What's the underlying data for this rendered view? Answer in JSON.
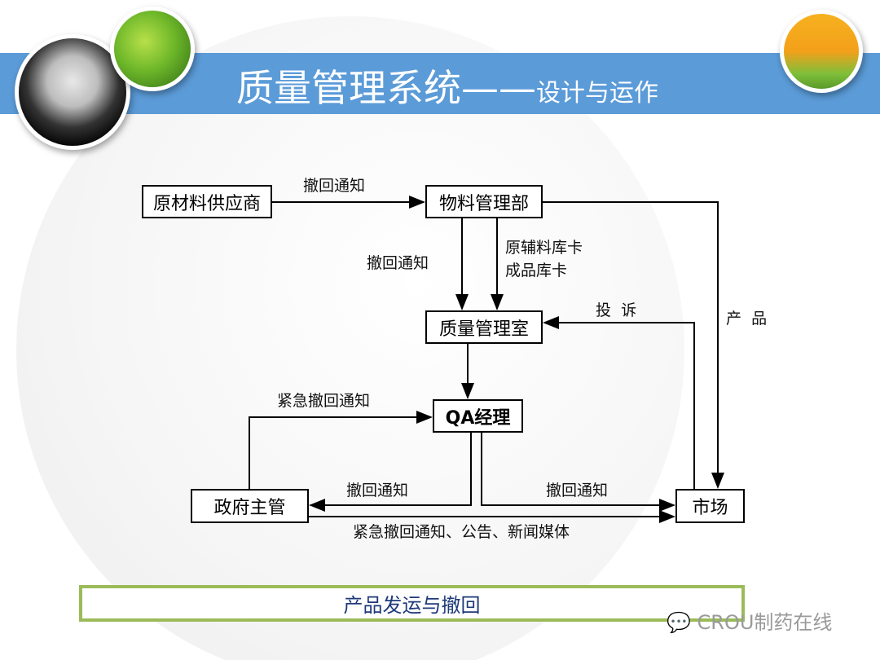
{
  "header": {
    "title": "质量管理系统——",
    "subtitle": "设计与运作"
  },
  "nodes": {
    "supplier": "原材料供应商",
    "materials_dept": "物料管理部",
    "quality_office": "质量管理室",
    "qa_manager": "QA经理",
    "government": "政府主管",
    "market": "市场"
  },
  "edges": {
    "supplier_to_materials": "撤回通知",
    "materials_to_quality_left": "撤回通知",
    "materials_to_quality_right": [
      "原辅料库卡",
      "成品库卡"
    ],
    "market_to_quality": "投  诉",
    "materials_to_market": "产  品",
    "government_to_qa": "紧急撤回通知",
    "qa_to_government": "撤回通知",
    "qa_to_market": "撤回通知",
    "government_to_market": "紧急撤回通知、公告、新闻媒体"
  },
  "footer": {
    "caption": "产品发运与撤回"
  },
  "watermark": "CROU制药在线"
}
